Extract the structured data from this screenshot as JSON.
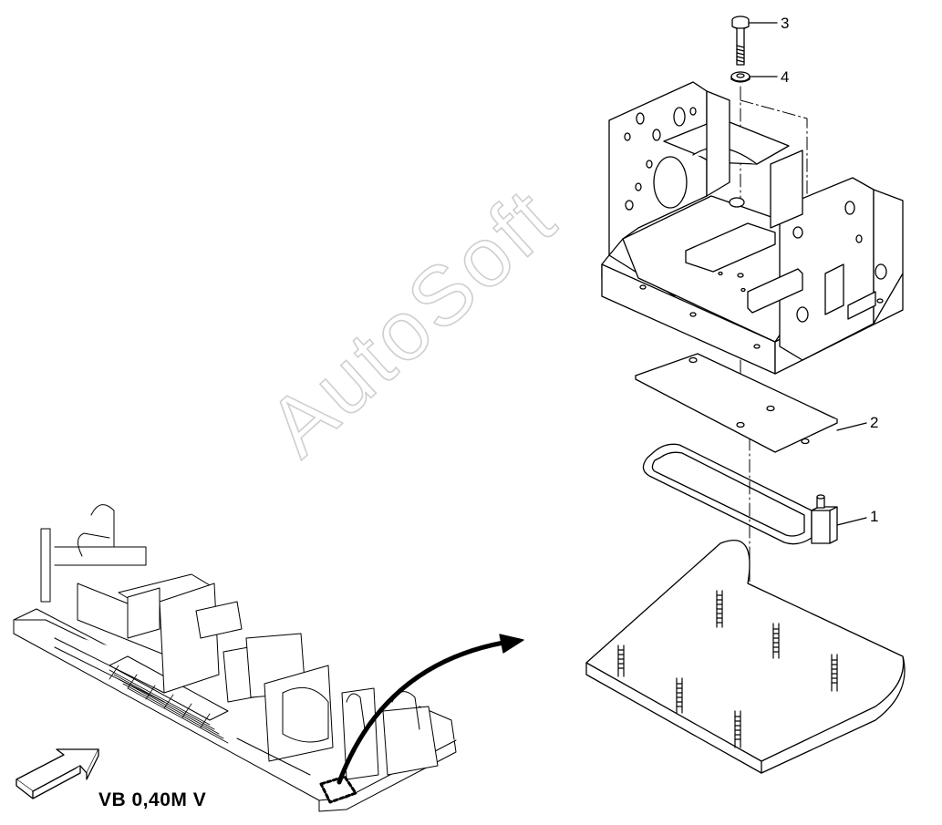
{
  "diagram": {
    "callouts": [
      {
        "id": "bolt",
        "label": "3"
      },
      {
        "id": "washer",
        "label": "4"
      },
      {
        "id": "plate",
        "label": "2"
      },
      {
        "id": "heater",
        "label": "1"
      }
    ],
    "model_label": "VB 0,40M V",
    "watermark": "AutoSoft"
  },
  "colors": {
    "line": "#000000",
    "background": "#ffffff",
    "watermark_outline": "#cfcfcf"
  }
}
